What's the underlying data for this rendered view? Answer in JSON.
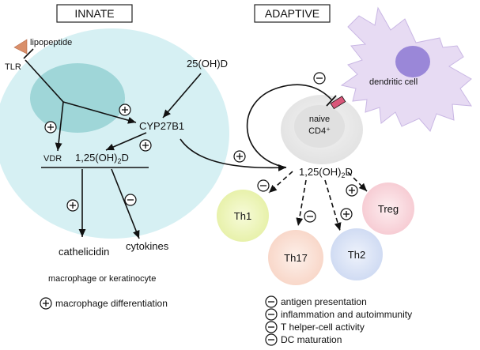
{
  "innate": {
    "heading": "INNATE",
    "lipopeptide": "lipopeptide",
    "tlr": "TLR",
    "calcidiol": "25(OH)D",
    "cyp": "CYP27B1",
    "vdr": "VDR",
    "calcitriol_main": "1,25(OH)",
    "calcitriol_sub": "2",
    "calcitriol_tail": "D",
    "cathelicidin": "cathelicidin",
    "cytokines": "cytokines",
    "cell_label": "macrophage or keratinocyte",
    "differentiation": "macrophage differentiation"
  },
  "adaptive": {
    "heading": "ADAPTIVE",
    "dendritic_cell": "dendritic cell",
    "naive_line1": "naive",
    "naive_line2": "CD4⁺",
    "calcitriol_main": "1,25(OH)",
    "calcitriol_sub": "2",
    "calcitriol_tail": "D",
    "th1": "Th1",
    "th17": "Th17",
    "th2": "Th2",
    "treg": "Treg"
  },
  "effects": [
    "antigen presentation",
    "inflammation and autoimmunity",
    "T helper-cell activity",
    "DC maturation"
  ],
  "colors": {
    "macrophage_cell": "#d6f0f3",
    "nucleus": "#9fd6d8",
    "dendritic_cell": "#e7dbf3",
    "dendritic_nucleus": "#9a87d8",
    "naive_cell": "#ececec",
    "receptor": "#d9577a",
    "th1": "#eef5b8",
    "th17": "#fbe0d4",
    "th2": "#dae4f6",
    "treg": "#fad7dc",
    "tlr_ligand": "#d98f6a"
  }
}
